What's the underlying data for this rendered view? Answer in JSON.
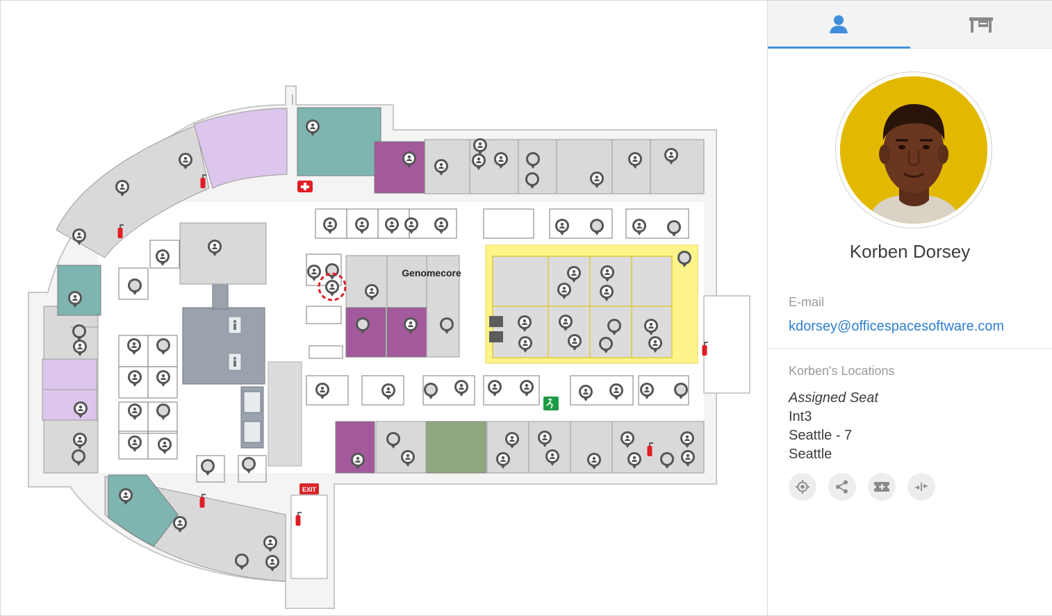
{
  "map": {
    "space_label": "Genomecore",
    "exit_sign": "EXIT"
  },
  "tabs": [
    {
      "icon": "person-icon",
      "active": true
    },
    {
      "icon": "desk-icon",
      "active": false
    }
  ],
  "person": {
    "name": "Korben Dorsey",
    "email_label": "E-mail",
    "email": "kdorsey@officespacesoftware.com"
  },
  "locations": {
    "heading": "Korben's Locations",
    "seat_type": "Assigned Seat",
    "seat": "Int3",
    "floor": "Seattle - 7",
    "building": "Seattle"
  },
  "actions": [
    {
      "icon": "crosshair-icon"
    },
    {
      "icon": "share-icon"
    },
    {
      "icon": "ticket-icon"
    },
    {
      "icon": "collapse-icon"
    }
  ],
  "colors": {
    "accent": "#3f8fdc",
    "highlight_zone": "#fff48a",
    "purple_room": "#a35a9c",
    "teal_room": "#7fb5b0",
    "lavender_room": "#dcc6eb",
    "green_room": "#8fa77e"
  }
}
